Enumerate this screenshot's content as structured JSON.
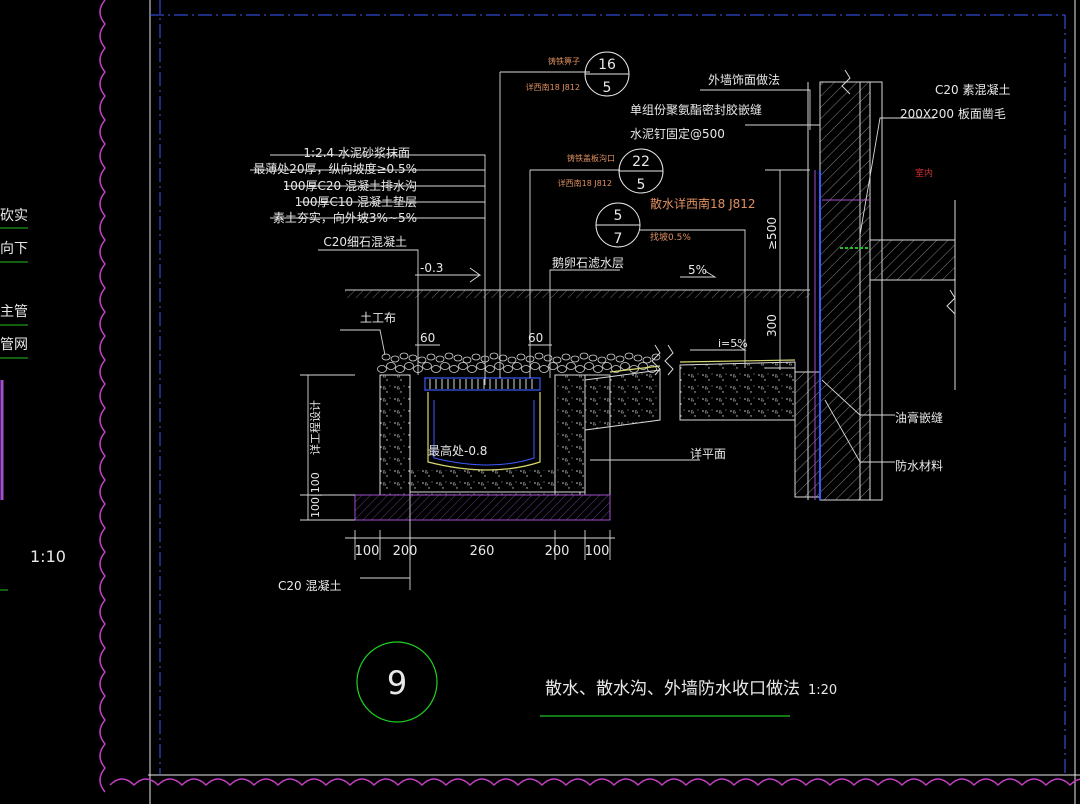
{
  "colors": {
    "background": "#000000",
    "line_white": "#e8e8e8",
    "line_yellow": "#d8d870",
    "line_purple": "#a050d0",
    "line_blue": "#3a5aff",
    "line_green": "#20c020",
    "line_magenta": "#c040c0",
    "text_white": "#e8e8e8",
    "text_orange": "#e09060",
    "text_red": "#d03030",
    "circle_green": "#20d020"
  },
  "left_panel": {
    "fragments": [
      "砍实",
      "向下",
      "主管",
      "管网"
    ],
    "scale": "1:10"
  },
  "callouts": {
    "cast_iron_grate": {
      "label": "铸铁箅子",
      "ref": "详西南18 J812",
      "top": "16",
      "bottom": "5"
    },
    "cast_iron_outlet": {
      "label": "铸铁盖板沟口",
      "ref": "详西南18 J812",
      "top": "22",
      "bottom": "5"
    },
    "apron_ref": {
      "top": "5",
      "bottom": "7",
      "text": "散水详西南18 J812",
      "slope": "找坡0.5%"
    }
  },
  "left_notes": [
    "1:2.4 水泥砂浆抹面",
    "最薄处20厚，纵向坡度≥0.5%",
    "100厚C20 混凝土排水沟",
    "100厚C10 混凝土垫层",
    "素土夯实，向外坡3%~5%",
    "C20细石混凝土"
  ],
  "labels": {
    "elev_ground": "-0.3",
    "elev_bottom": "最高处-0.8",
    "geotextile": "土工布",
    "gravel_layer": "鹅卵石滤水层",
    "slope_5": "5%",
    "slope_i5": "i=5%",
    "dim_60a": "60",
    "dim_60b": "60",
    "dim_300": "300",
    "dim_500": "≥500",
    "design_depth": "详工程设计",
    "dim_100_100": "100|100",
    "flat_surface": "详平面",
    "c20_concrete": "C20 混凝土",
    "wall_finish": "外墙饰面做法",
    "sealant": "单组份聚氨酯密封胶嵌缝",
    "nail_fix": "水泥钉固定@500",
    "c20_plain": "C20 素混凝土",
    "roughen": "200X200 板面凿毛",
    "indoor": "室内",
    "asphalt_joint": "油膏嵌缝",
    "waterproof": "防水材料"
  },
  "bottom_dims": [
    "100",
    "200",
    "260",
    "200",
    "100"
  ],
  "title_block": {
    "number": "9",
    "title": "散水、散水沟、外墙防水收口做法",
    "scale": "1:20"
  }
}
